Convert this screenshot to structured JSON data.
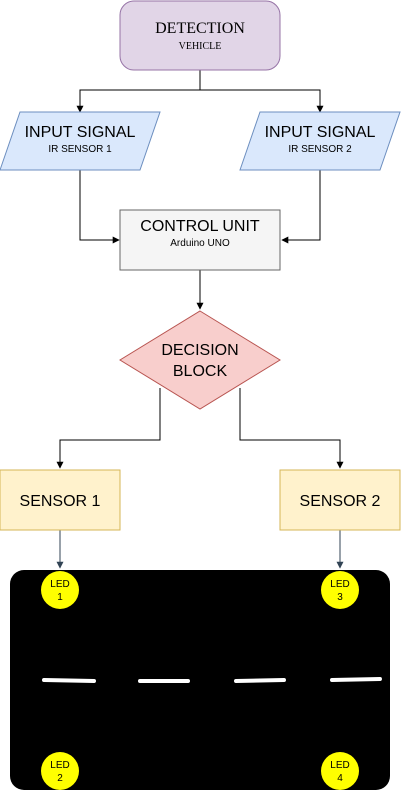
{
  "detection": {
    "title": "DETECTION",
    "subtitle": "VEHICLE",
    "fill": "#e1d5e7",
    "stroke": "#9673a6"
  },
  "input1": {
    "title": "INPUT SIGNAL",
    "subtitle": "IR SENSOR 1",
    "fill": "#dae8fc",
    "stroke": "#6c8ebf"
  },
  "input2": {
    "title": "INPUT SIGNAL",
    "subtitle": "IR SENSOR 2",
    "fill": "#dae8fc",
    "stroke": "#6c8ebf"
  },
  "control": {
    "title": "CONTROL UNIT",
    "subtitle": "Arduino UNO",
    "fill": "#f5f5f5",
    "stroke": "#666666"
  },
  "decision": {
    "line1": "DECISION",
    "line2": "BLOCK",
    "fill": "#f8cecc",
    "stroke": "#b85450"
  },
  "sensor1": {
    "label": "SENSOR 1",
    "fill": "#fff2cc",
    "stroke": "#d6b656"
  },
  "sensor2": {
    "label": "SENSOR 2",
    "fill": "#fff2cc",
    "stroke": "#d6b656"
  },
  "road": {
    "fill": "#000000",
    "marking": "#ffffff"
  },
  "leds": {
    "color": "#ffff00",
    "led1": {
      "line1": "LED",
      "line2": "1"
    },
    "led2": {
      "line1": "LED",
      "line2": "2"
    },
    "led3": {
      "line1": "LED",
      "line2": "3"
    },
    "led4": {
      "line1": "LED",
      "line2": "4"
    }
  }
}
